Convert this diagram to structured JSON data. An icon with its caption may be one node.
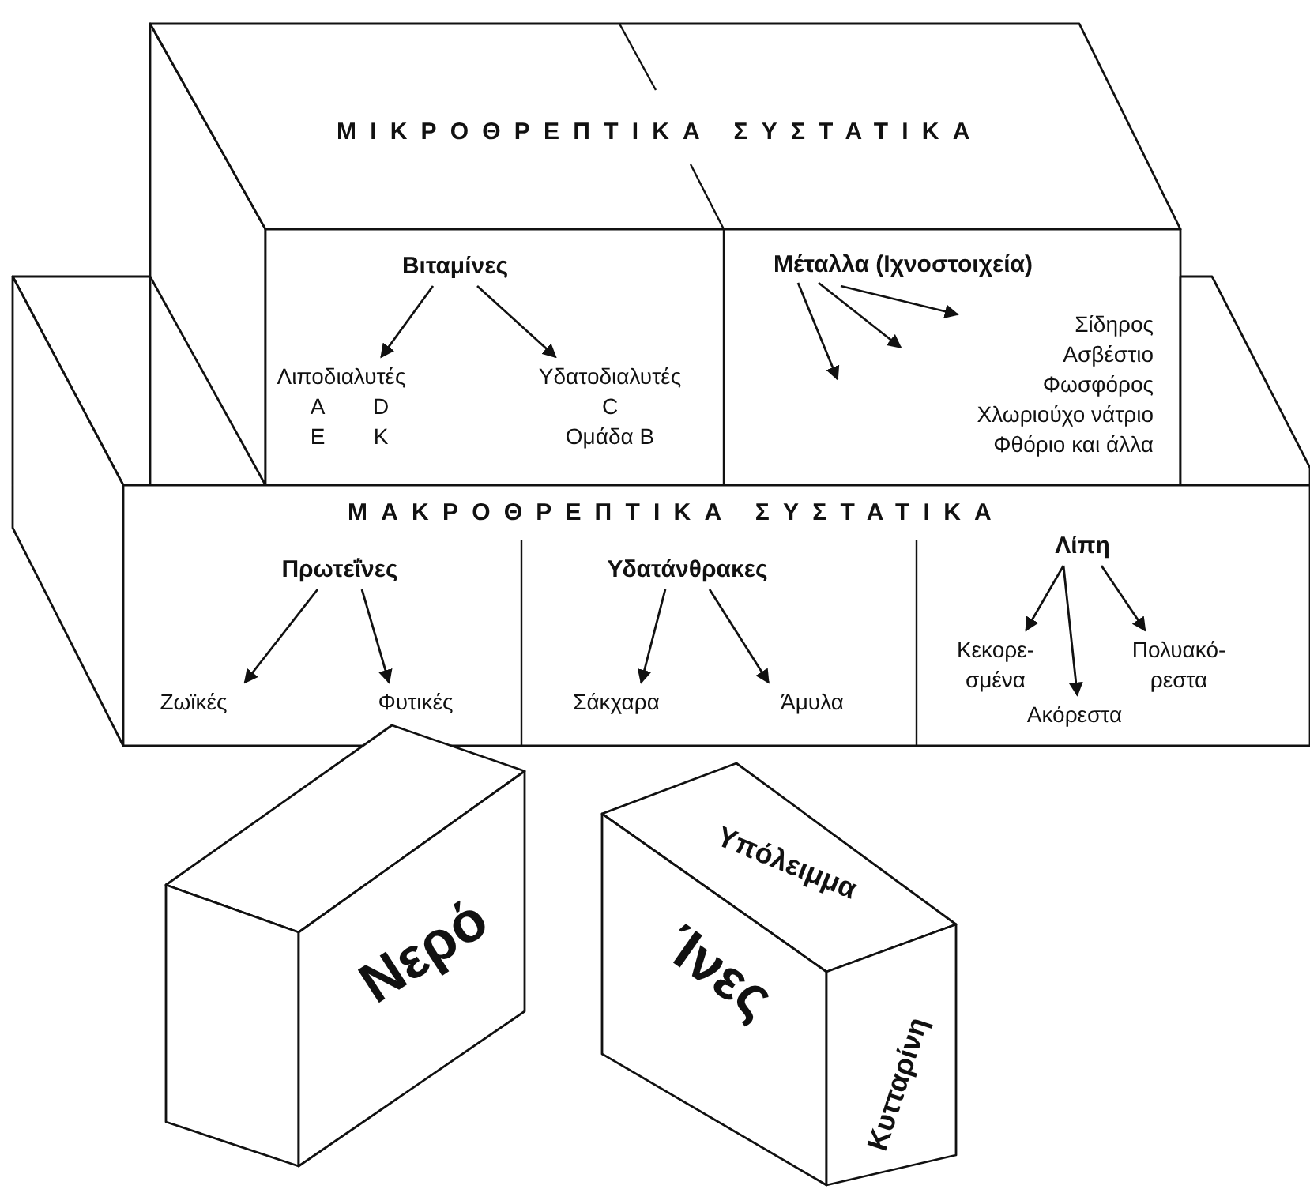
{
  "diagram": {
    "nodes": [
      {
        "text": [
          "ΜΙΚΡΟΘΡΕΠΤΙΚΑ ΣΥΣΤΑΤΙΚΑ"
        ]
      },
      {
        "text": [
          "Βιταμίνες"
        ],
        "in": 0
      },
      {
        "text": [
          "Λιποδιαλυτές",
          "A",
          "D",
          "E",
          "K"
        ],
        "in": 0
      },
      {
        "text": [
          "Υδατοδιαλυτές",
          "C",
          "Ομάδα B"
        ],
        "in": 0
      },
      {
        "text": [
          "Μέταλλα (Ιχνοστοιχεία)"
        ],
        "in": 0
      },
      {
        "text": [
          "Σίδηρος",
          "Ασβέστιο",
          "Φωσφόρος",
          "Χλωριούχο νάτριο",
          "Φθόριο και άλλα"
        ],
        "in": 0
      },
      {
        "text": [
          "ΜΑΚΡΟΘΡΕΠΤΙΚΑ ΣΥΣΤΑΤΙΚΑ"
        ]
      },
      {
        "text": [
          "Πρωτεΐνες"
        ],
        "in": 6
      },
      {
        "text": [
          "Ζωϊκές"
        ],
        "in": 6
      },
      {
        "text": [
          "Φυτικές"
        ],
        "in": 6
      },
      {
        "text": [
          "Υδατάνθρακες"
        ],
        "in": 6
      },
      {
        "text": [
          "Σάκχαρα"
        ],
        "in": 6
      },
      {
        "text": [
          "Άμυλα"
        ],
        "in": 6
      },
      {
        "text": [
          "Λίπη"
        ],
        "in": 6
      },
      {
        "text": [
          "Κεκορε- σμένα"
        ],
        "in": 6
      },
      {
        "text": [
          "Ακόρεστα"
        ],
        "in": 6
      },
      {
        "text": [
          "Πολυακό- ρεστα"
        ],
        "in": 6
      },
      {
        "text": [
          "Νερό"
        ]
      },
      {
        "text": [
          "Υπόλειμμα",
          "Ίνες",
          "Κυτταρίνη"
        ]
      }
    ],
    "edges": [
      {
        "from": 1,
        "to": 2,
        "arrow": "to"
      },
      {
        "from": 1,
        "to": 3,
        "arrow": "to"
      },
      {
        "from": 4,
        "to": null,
        "arrow": "to"
      },
      {
        "from": 4,
        "to": null,
        "arrow": "to"
      },
      {
        "from": 4,
        "to": null,
        "arrow": "to"
      },
      {
        "from": 7,
        "to": 8,
        "arrow": "to"
      },
      {
        "from": 7,
        "to": 9,
        "arrow": "to"
      },
      {
        "from": 10,
        "to": 11,
        "arrow": "to"
      },
      {
        "from": 10,
        "to": 12,
        "arrow": "to"
      },
      {
        "from": 13,
        "to": 14,
        "arrow": "to"
      },
      {
        "from": 13,
        "to": 15,
        "arrow": "to"
      },
      {
        "from": 13,
        "to": 16,
        "arrow": "to"
      }
    ]
  }
}
